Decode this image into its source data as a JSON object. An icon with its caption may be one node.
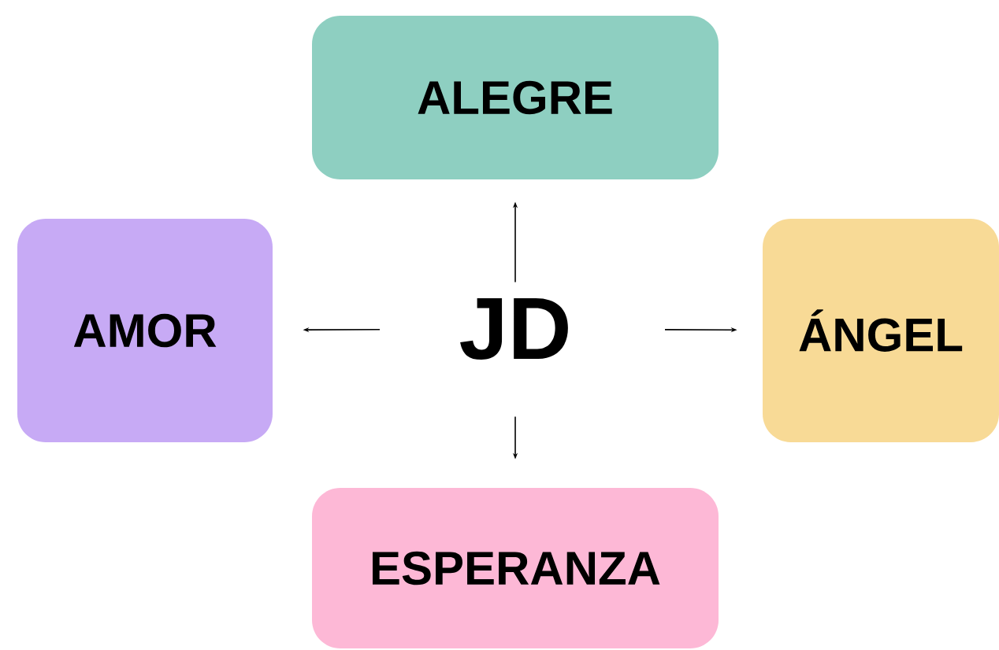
{
  "diagram": {
    "nodes": [
      {
        "text": [
          "JD"
        ]
      },
      {
        "text": [
          "ALEGRE"
        ]
      },
      {
        "text": [
          "AMOR"
        ]
      },
      {
        "text": [
          "ÁNGEL"
        ]
      },
      {
        "text": [
          "ESPERANZA"
        ]
      }
    ],
    "edges": [
      {
        "from": 0,
        "to": 1,
        "arrow": "to"
      },
      {
        "from": 0,
        "to": 2,
        "arrow": "to"
      },
      {
        "from": 0,
        "to": 3,
        "arrow": "to"
      },
      {
        "from": 0,
        "to": 4,
        "arrow": "to"
      }
    ]
  }
}
